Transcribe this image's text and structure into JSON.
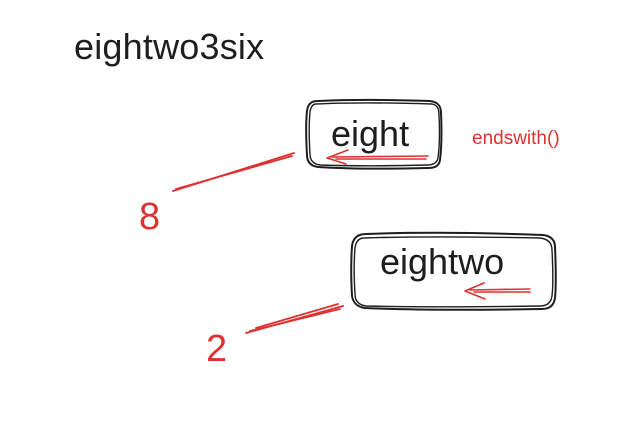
{
  "title": "eightwo3six",
  "boxes": [
    {
      "text": "eight",
      "result": "8"
    },
    {
      "text": "eightwo",
      "result": "2"
    }
  ],
  "annotation": "endswith()",
  "colors": {
    "ink": "#1e1e1e",
    "accent": "#e03131",
    "background": "#ffffff"
  },
  "icons": [
    "arrow-left-icon",
    "arrow-left-icon"
  ]
}
